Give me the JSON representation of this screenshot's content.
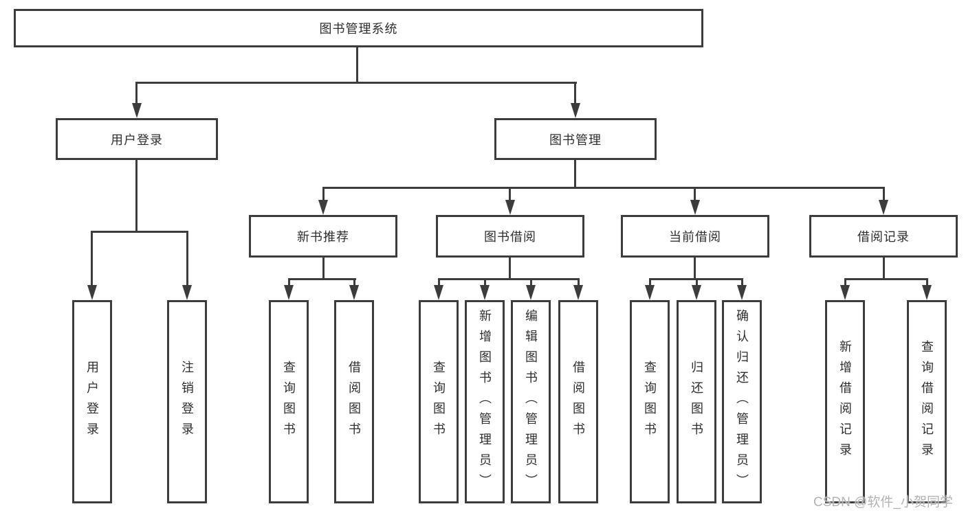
{
  "tree": {
    "label": "图书管理系统",
    "children": [
      {
        "label": "用户登录",
        "children": [
          {
            "label": "用户登录"
          },
          {
            "label": "注销登录"
          }
        ]
      },
      {
        "label": "图书管理",
        "children": [
          {
            "label": "新书推荐",
            "children": [
              {
                "label": "查询图书"
              },
              {
                "label": "借阅图书"
              }
            ]
          },
          {
            "label": "图书借阅",
            "children": [
              {
                "label": "查询图书"
              },
              {
                "label": "新增图书（管理员）"
              },
              {
                "label": "编辑图书（管理员）"
              },
              {
                "label": "借阅图书"
              }
            ]
          },
          {
            "label": "当前借阅",
            "children": [
              {
                "label": "查询图书"
              },
              {
                "label": "归还图书"
              },
              {
                "label": "确认归还（管理员）"
              }
            ]
          },
          {
            "label": "借阅记录",
            "children": [
              {
                "label": "新增借阅记录"
              },
              {
                "label": "查询借阅记录"
              }
            ]
          }
        ]
      }
    ]
  },
  "watermark": {
    "text": "CSDN @软件_小贺同学"
  },
  "colors": {
    "line": "#3c3c3c",
    "box_border": "#3c3c3c",
    "background": "#ffffff",
    "text": "#2e2e2e",
    "watermark": "#b2b2b2"
  }
}
